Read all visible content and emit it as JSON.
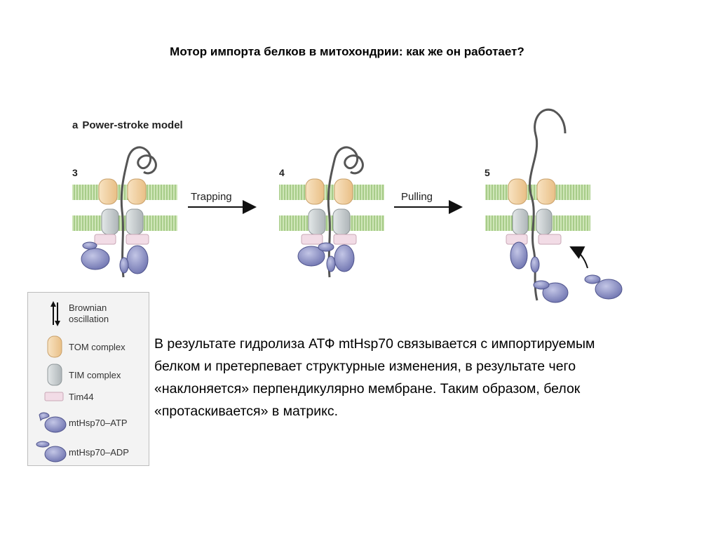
{
  "slide": {
    "title": "Мотор импорта белков в митохондрии: как же он работает?"
  },
  "figure": {
    "panel_letter": "a",
    "panel_title": "Power-stroke model",
    "steps": [
      "3",
      "4",
      "5"
    ],
    "arrows": [
      "Trapping",
      "Pulling"
    ]
  },
  "legend": {
    "items": [
      {
        "label": "Brownian\noscillation",
        "icon": "double-arrow-icon"
      },
      {
        "label": "TOM complex",
        "icon": "tom-complex-icon",
        "color": "#f5d7ab"
      },
      {
        "label": "TIM complex",
        "icon": "tim-complex-icon",
        "color": "#cdd2d4"
      },
      {
        "label": "Tim44",
        "icon": "tim44-icon",
        "color": "#f2dce6"
      },
      {
        "label": "mtHsp70–ATP",
        "icon": "mthsp70-atp-icon",
        "color": "#8a8fc2"
      },
      {
        "label": "mtHsp70–ADP",
        "icon": "mthsp70-adp-icon",
        "color": "#8a8fc2"
      }
    ]
  },
  "body": {
    "lines": [
      "В результате гидролиза АТФ mtHsp70 связывается с импортируемым",
      "белком и претерпевает структурные изменения, в результате чего",
      "«наклоняется» перпендикулярно мембране. Таким образом, белок",
      "«протаскивается» в матрикс."
    ]
  },
  "colors": {
    "membrane": "#b9d99a",
    "membrane_dark": "#8fbd6d",
    "tom": "#f5d7ab",
    "tim": "#cdd2d4",
    "tim44": "#f2dce6",
    "hsp70": "#8a8fc2",
    "hsp70_dark": "#5c6199",
    "chain": "#555555"
  }
}
